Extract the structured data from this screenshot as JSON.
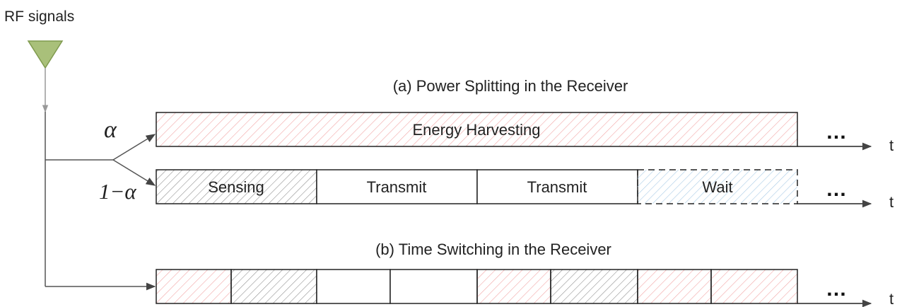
{
  "labels": {
    "rf_signals": "RF signals",
    "title_a": "(a) Power Splitting in the Receiver",
    "title_b": "(b) Time Switching in the Receiver",
    "alpha": "α",
    "one_minus_alpha": "1−α",
    "ellipsis": "…",
    "t": "t"
  },
  "row_a1": {
    "blocks": [
      {
        "label": "Energy Harvesting",
        "fill": "red-hatch",
        "border": "solid"
      }
    ]
  },
  "row_a2": {
    "blocks": [
      {
        "label": "Sensing",
        "fill": "gray-hatch",
        "border": "solid"
      },
      {
        "label": "Transmit",
        "fill": "none",
        "border": "solid"
      },
      {
        "label": "Transmit",
        "fill": "none",
        "border": "solid"
      },
      {
        "label": "Wait",
        "fill": "blue-hatch",
        "border": "dashed"
      }
    ]
  },
  "row_b": {
    "blocks": [
      {
        "fill": "red-hatch"
      },
      {
        "fill": "gray-hatch"
      },
      {
        "fill": "none"
      },
      {
        "fill": "none"
      },
      {
        "fill": "red-hatch"
      },
      {
        "fill": "gray-hatch"
      },
      {
        "fill": "red-hatch"
      },
      {
        "fill": "red-hatch"
      }
    ]
  },
  "colors": {
    "red_hatch": "#f2a6a6",
    "gray_hatch": "#8a8a8a",
    "blue_hatch": "#a9cbe6",
    "antenna_fill": "#a9c07a",
    "antenna_stroke": "#7f9a4e",
    "line": "#555555"
  }
}
